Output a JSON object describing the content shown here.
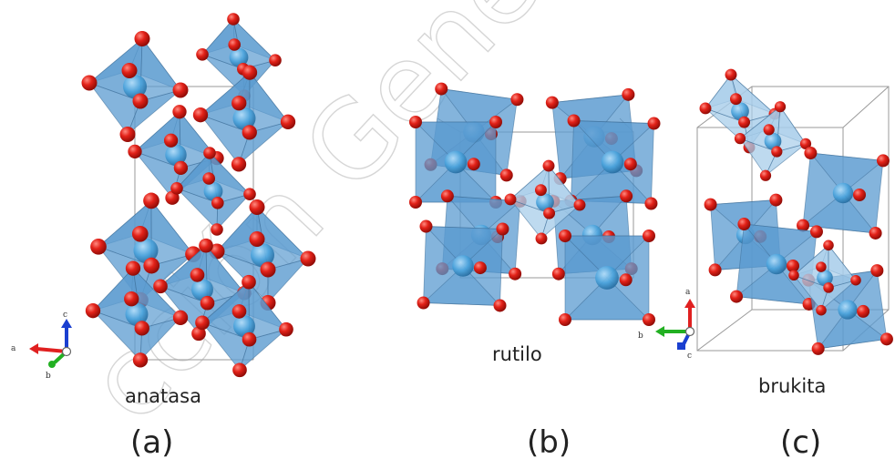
{
  "figure": {
    "watermark": "cción General d",
    "panels": [
      {
        "id": "a",
        "caption": "(a)",
        "name": "anatasa",
        "axes": {
          "x": "a",
          "y": "c",
          "z": "b"
        }
      },
      {
        "id": "b",
        "caption": "(b)",
        "name": "rutilo",
        "axes": {
          "x": "b",
          "y": "a",
          "z": "c"
        }
      },
      {
        "id": "c",
        "caption": "(c)",
        "name": "brukita",
        "axes": null
      }
    ],
    "colors": {
      "octahedron_fill": "#5b9bd0",
      "octahedron_light": "#a8cdea",
      "oxygen": "#d81c14",
      "titanium": "#4aa3dc",
      "cell_edge": "#9a9a9a",
      "axis_red": "#e02020",
      "axis_green": "#22b022",
      "axis_blue": "#1a3fd0"
    }
  }
}
